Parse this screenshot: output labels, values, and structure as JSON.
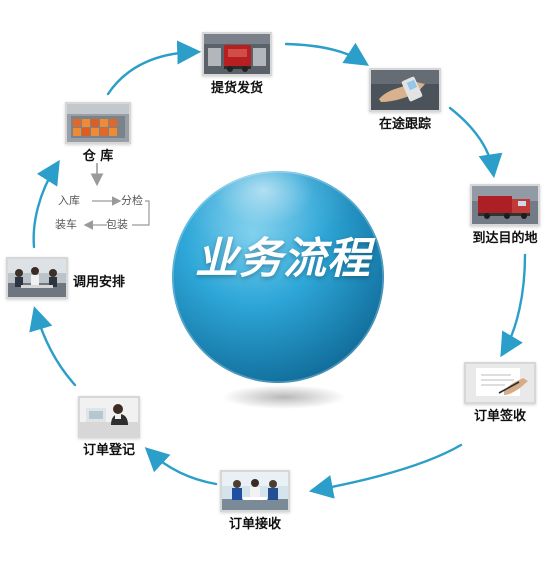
{
  "title": "业务流程",
  "steps": [
    {
      "id": "pickup",
      "label": "提货发货",
      "icon": "truck-warehouse-icon"
    },
    {
      "id": "track",
      "label": "在途跟踪",
      "icon": "mobile-phone-icon"
    },
    {
      "id": "arrive",
      "label": "到达目的地",
      "icon": "truck-icon"
    },
    {
      "id": "sign",
      "label": "订单签收",
      "icon": "document-signing-icon"
    },
    {
      "id": "receive",
      "label": "订单接收",
      "icon": "team-discussion-icon"
    },
    {
      "id": "register",
      "label": "订单登记",
      "icon": "computer-desk-icon"
    },
    {
      "id": "dispatch",
      "label": "调用安排",
      "icon": "meeting-icon"
    },
    {
      "id": "warehouse",
      "label": "仓 库",
      "icon": "warehouse-shelves-icon"
    }
  ],
  "warehouse_substeps": {
    "inbound": "入库",
    "sort": "分检",
    "pack": "包装",
    "load": "装车"
  },
  "colors": {
    "arrow": "#2b9ec9",
    "sphere_highlight": "#69c3e4",
    "sphere_mid": "#2a9fd1",
    "sphere_deep": "#167aa9",
    "text": "#111111",
    "substep_text": "#555555"
  }
}
